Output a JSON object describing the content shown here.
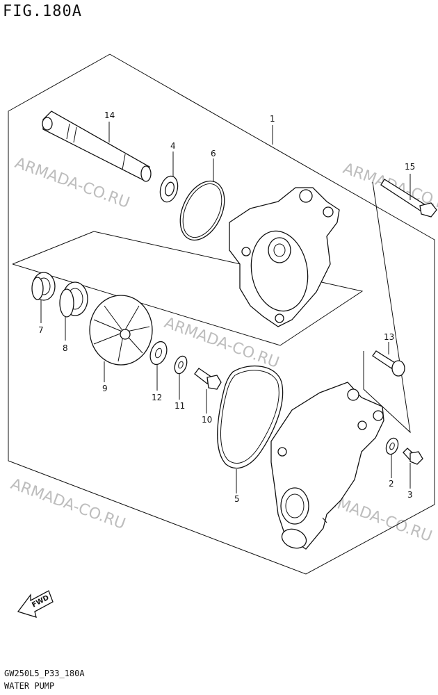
{
  "figure": {
    "title": "FIG.180A",
    "code": "GW250L5_P33_180A",
    "name": "WATER PUMP"
  },
  "watermark": "ARMADA-CO.RU",
  "fwd_label": "FWD",
  "callouts": {
    "c1": "1",
    "c2": "2",
    "c3": "3",
    "c4": "4",
    "c5": "5",
    "c6": "6",
    "c7": "7",
    "c8": "8",
    "c9": "9",
    "c10": "10",
    "c11": "11",
    "c12": "12",
    "c13": "13",
    "c14": "14",
    "c15": "15"
  },
  "colors": {
    "line": "#111111",
    "watermark": "#bdbdbd"
  }
}
